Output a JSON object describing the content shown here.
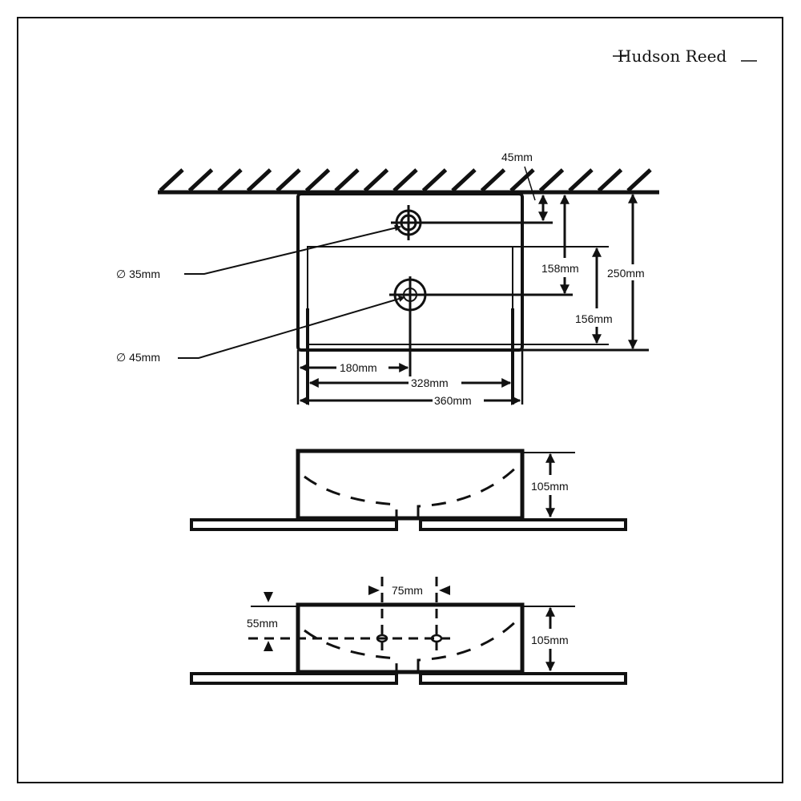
{
  "brand": {
    "logo_text": "Hudson Reed"
  },
  "plan_view": {
    "tap_hole_depth": "45mm",
    "tap_hole_diameter": "∅ 35mm",
    "waste_diameter": "∅ 45mm",
    "waste_from_wall": "158mm",
    "bowl_depth": "156mm",
    "overall_depth": "250mm",
    "waste_from_side": "180mm",
    "bowl_width": "328mm",
    "overall_width": "360mm"
  },
  "side_view": {
    "height": "105mm"
  },
  "front_view": {
    "height": "105mm",
    "hole_spacing": "75mm",
    "hole_height": "55mm"
  },
  "colors": {
    "ink": "#111111",
    "background": "#ffffff"
  }
}
